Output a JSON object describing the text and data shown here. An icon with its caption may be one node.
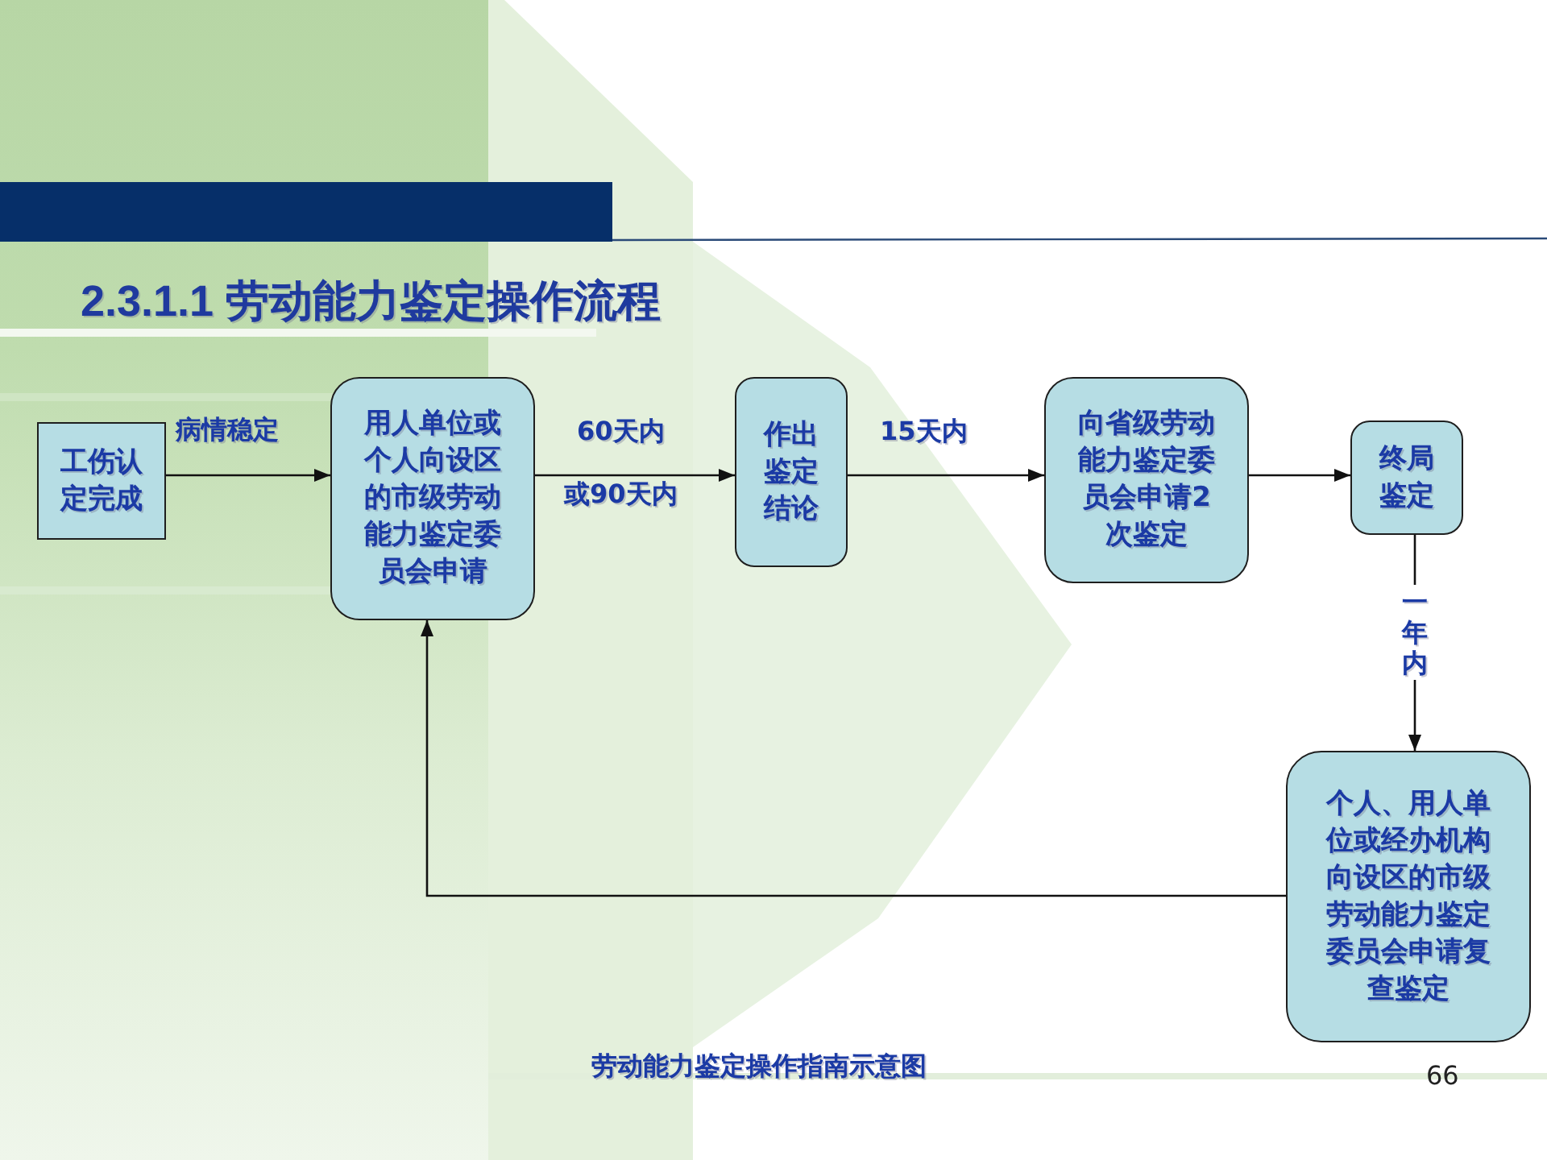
{
  "diagram": {
    "title": "2.3.1.1 劳动能力鉴定操作流程",
    "caption": "劳动能力鉴定操作指南示意图",
    "nodes": [
      {
        "text": [
          "工伤认定完成"
        ]
      },
      {
        "text": [
          "用人单位或个人向设区的市级劳动能力鉴定委员会申请"
        ]
      },
      {
        "text": [
          "作出鉴定结论"
        ]
      },
      {
        "text": [
          "向省级劳动能力鉴定委员会申请2次鉴定"
        ]
      },
      {
        "text": [
          "终局鉴定"
        ]
      },
      {
        "text": [
          "个人、用人单位或经办机构向设区的市级劳动能力鉴定委员会申请复查鉴定"
        ]
      }
    ],
    "edges": [
      {
        "from": 0,
        "to": 1,
        "arrow": "to",
        "label": "病情稳定"
      },
      {
        "from": 1,
        "to": 2,
        "arrow": "to",
        "label": "60天内"
      },
      {
        "from": 2,
        "to": 3,
        "arrow": "to",
        "label": "15天内"
      },
      {
        "from": 3,
        "to": 4,
        "arrow": "to"
      },
      {
        "from": 4,
        "to": 5,
        "arrow": "to",
        "label": "一年内"
      },
      {
        "from": 5,
        "to": 1,
        "arrow": "to"
      }
    ],
    "labels": [
      "或90天内",
      "66"
    ]
  }
}
